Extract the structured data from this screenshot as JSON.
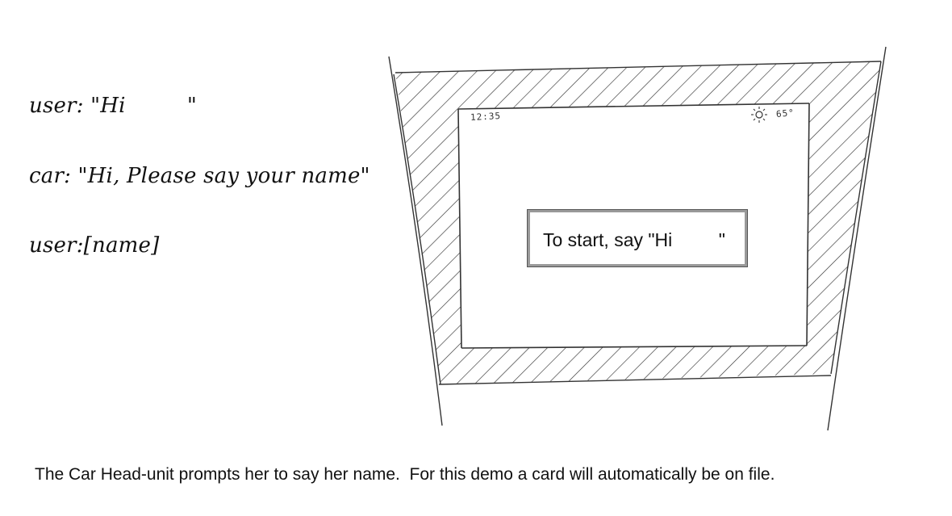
{
  "dialog": {
    "line1": "user: \"Hi         \"",
    "line2": "car: \"Hi, Please say your name\"",
    "line3": "user:[name]"
  },
  "head_unit": {
    "clock": "12:35",
    "weather_icon": "sun-icon",
    "temperature": "65°",
    "prompt": "To start, say \"Hi         \""
  },
  "caption": "The Car Head-unit prompts her to say her name.  For this demo a card will automatically be on file."
}
